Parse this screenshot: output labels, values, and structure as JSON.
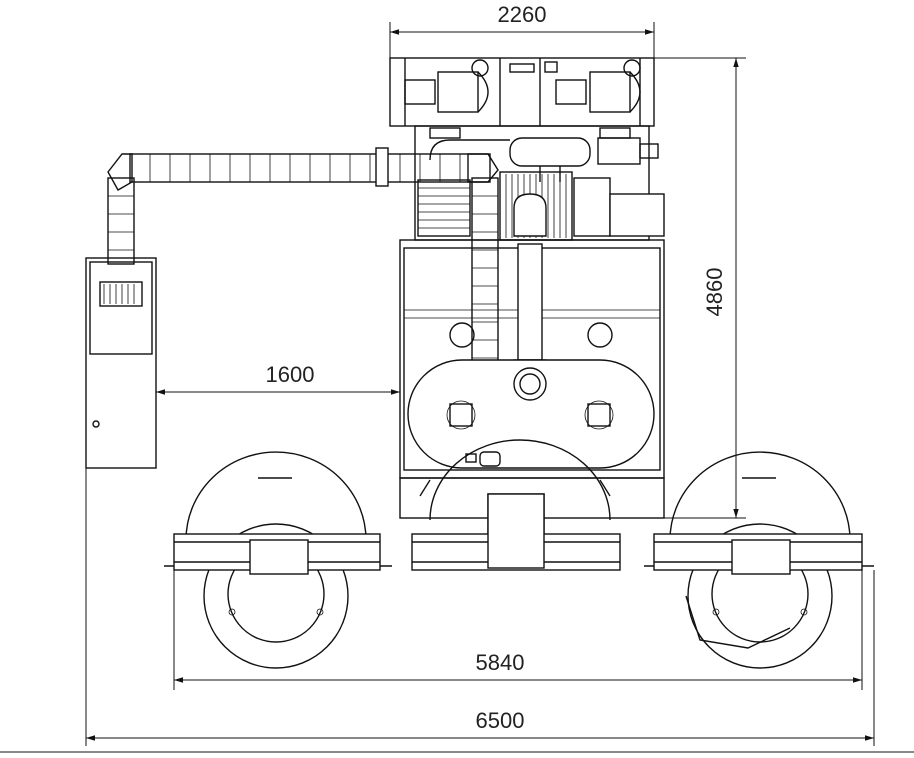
{
  "drawing": {
    "dimensions": {
      "top_width": "2260",
      "height": "4860",
      "arm_reach": "1600",
      "wheel_span": "5840",
      "overall_width": "6500"
    }
  }
}
